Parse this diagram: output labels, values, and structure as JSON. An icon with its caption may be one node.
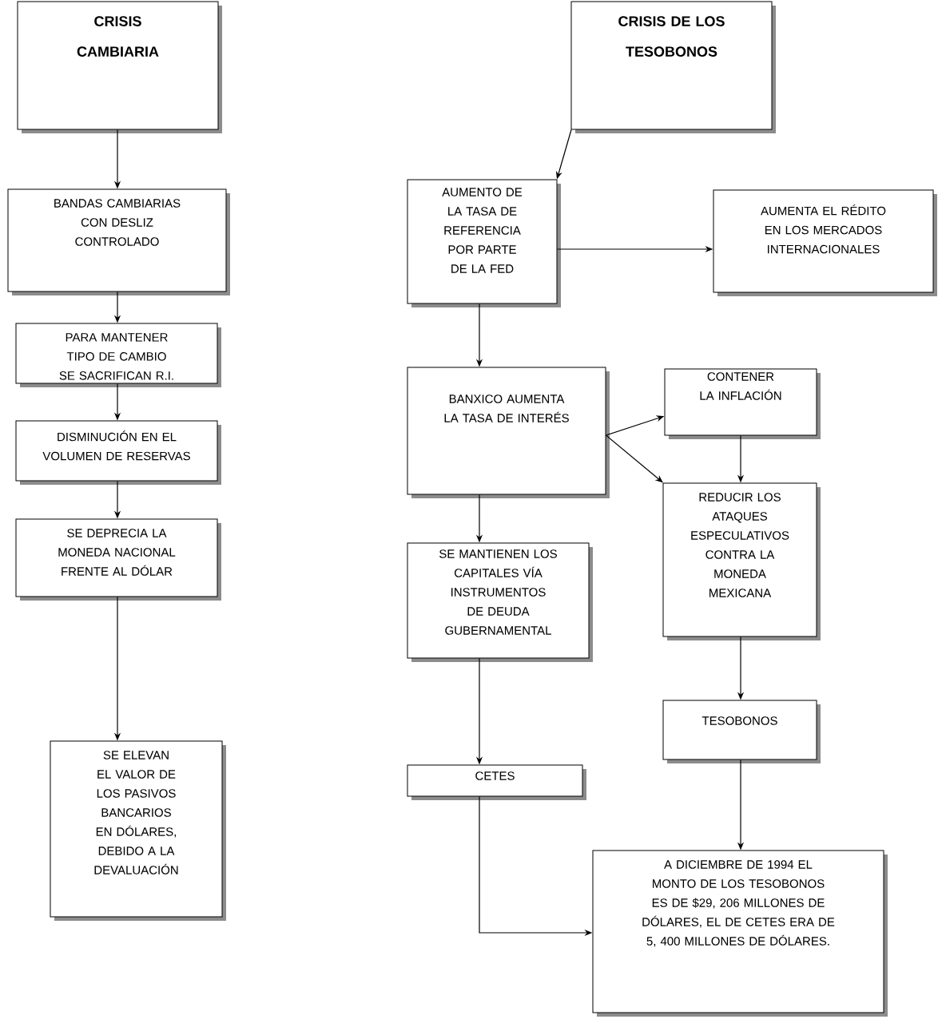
{
  "diagram": {
    "nodes": [
      {
        "text": [
          "CRISIS CAMBIARIA"
        ]
      },
      {
        "text": [
          "BANDAS CAMBIARIAS CON DESLIZ CONTROLADO"
        ]
      },
      {
        "text": [
          "PARA MANTENER TIPO DE CAMBIO SE SACRIFICAN R.I."
        ]
      },
      {
        "text": [
          "DISMINUCIÓN EN EL VOLUMEN DE RESERVAS"
        ]
      },
      {
        "text": [
          "SE DEPRECIA LA MONEDA NACIONAL FRENTE AL DÓLAR"
        ]
      },
      {
        "text": [
          "SE ELEVAN EL VALOR DE LOS PASIVOS BANCARIOS EN DÓLARES, DEBIDO A LA DEVALUACIÓN"
        ]
      },
      {
        "text": [
          "CRISIS DE LOS TESOBONOS"
        ]
      },
      {
        "text": [
          "AUMENTO DE LA TASA DE REFERENCIA POR PARTE DE LA FED"
        ]
      },
      {
        "text": [
          "AUMENTA EL RÉDITO EN LOS MERCADOS INTERNACIONALES"
        ]
      },
      {
        "text": [
          "BANXICO AUMENTA LA TASA DE INTERÉS"
        ]
      },
      {
        "text": [
          "CONTENER LA INFLACIÓN"
        ]
      },
      {
        "text": [
          "REDUCIR LOS ATAQUES ESPECULATIVOS CONTRA LA MONEDA MEXICANA"
        ]
      },
      {
        "text": [
          "SE MANTIENEN LOS CAPITALES VÍA INSTRUMENTOS DE DEUDA GUBERNAMENTAL"
        ]
      },
      {
        "text": [
          "TESOBONOS"
        ]
      },
      {
        "text": [
          "CETES"
        ]
      },
      {
        "text": [
          "A DICIEMBRE DE 1994 EL MONTO DE LOS TESOBONOS ES DE $29, 206 MILLONES DE DÓLARES, EL DE CETES ERA DE 5, 400 MILLONES DE DÓLARES."
        ]
      }
    ],
    "edges": [
      {
        "from": 0,
        "to": 1,
        "arrow": "to"
      },
      {
        "from": 1,
        "to": 2,
        "arrow": "to"
      },
      {
        "from": 2,
        "to": 3,
        "arrow": "to"
      },
      {
        "from": 3,
        "to": 4,
        "arrow": "to"
      },
      {
        "from": 4,
        "to": 5,
        "arrow": "to"
      },
      {
        "from": 6,
        "to": 7,
        "arrow": "to"
      },
      {
        "from": 7,
        "to": 8,
        "arrow": "to"
      },
      {
        "from": 7,
        "to": 9,
        "arrow": "to"
      },
      {
        "from": 9,
        "to": 10,
        "arrow": "to"
      },
      {
        "from": 9,
        "to": 11,
        "arrow": "to"
      },
      {
        "from": 10,
        "to": 11,
        "arrow": "to"
      },
      {
        "from": 9,
        "to": 12,
        "arrow": "to"
      },
      {
        "from": 11,
        "to": 13,
        "arrow": "to"
      },
      {
        "from": 12,
        "to": 14,
        "arrow": "to"
      },
      {
        "from": 13,
        "to": 15,
        "arrow": "to"
      },
      {
        "from": 14,
        "to": 15,
        "arrow": "to"
      }
    ]
  }
}
